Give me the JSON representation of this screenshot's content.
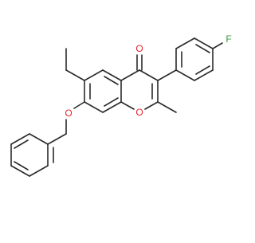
{
  "diagram": {
    "atoms": [
      {
        "id": "O_carbonyl",
        "symbol": "O",
        "color": "#e8242c"
      },
      {
        "id": "O_ring",
        "symbol": "O",
        "color": "#e8242c"
      },
      {
        "id": "O_ether",
        "symbol": "O",
        "color": "#e8242c"
      },
      {
        "id": "F",
        "symbol": "F",
        "color": "#3c9a3c"
      }
    ],
    "bond_color": "#2a2a2a"
  }
}
